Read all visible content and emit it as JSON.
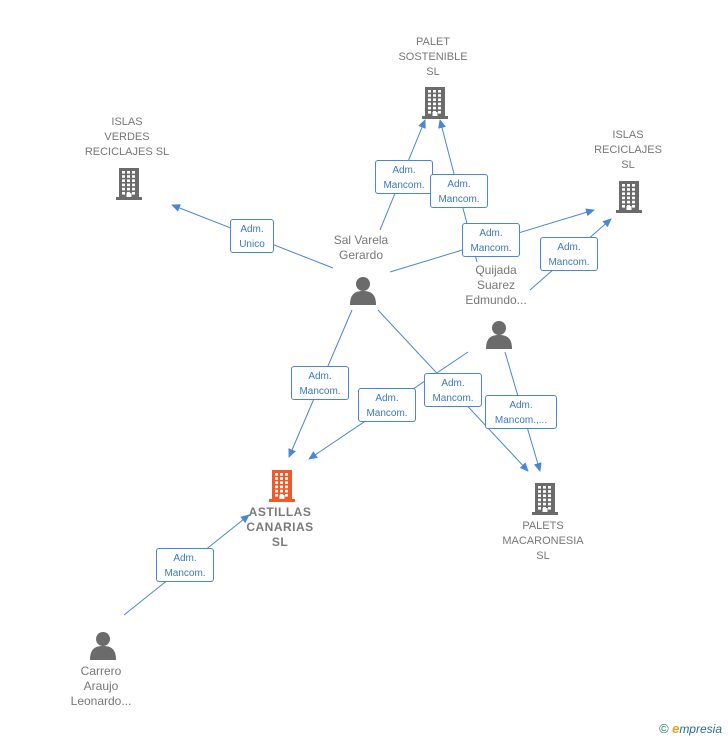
{
  "colors": {
    "edge": "#4a86d8",
    "company": "#6b6b6b",
    "company_primary": "#f05a28",
    "person": "#6b6b6b"
  },
  "companies": [
    {
      "id": "palet",
      "label": "PALET\nSOSTENIBLE\nSL",
      "icon": "building-icon",
      "primary": false
    },
    {
      "id": "islas_verdes",
      "label": "ISLAS\nVERDES\nRECICLAJES SL",
      "icon": "building-icon",
      "primary": false
    },
    {
      "id": "islas_reciclajes",
      "label": "ISLAS\nRECICLAJES\nSL",
      "icon": "building-icon",
      "primary": false
    },
    {
      "id": "astillas",
      "label": "ASTILLAS\nCANARIAS\nSL",
      "icon": "building-icon",
      "primary": true
    },
    {
      "id": "palets_mac",
      "label": "PALETS\nMACARONESIA\nSL",
      "icon": "building-icon",
      "primary": false
    }
  ],
  "people": [
    {
      "id": "sal",
      "label": "Sal Varela\nGerardo",
      "icon": "person-icon"
    },
    {
      "id": "quijada",
      "label": "Quijada\nSuarez\nEdmundo...",
      "icon": "person-icon"
    },
    {
      "id": "carrero",
      "label": "Carrero\nAraujo\nLeonardo...",
      "icon": "person-icon"
    }
  ],
  "edges": [
    {
      "from": "sal",
      "to": "palet",
      "label": "Adm.\nMancom."
    },
    {
      "from": "quijada",
      "to": "palet",
      "label": "Adm.\nMancom."
    },
    {
      "from": "sal",
      "to": "islas_verdes",
      "label": "Adm.\nUnico"
    },
    {
      "from": "sal",
      "to": "islas_reciclajes",
      "label": "Adm.\nMancom."
    },
    {
      "from": "quijada",
      "to": "islas_reciclajes",
      "label": "Adm.\nMancom."
    },
    {
      "from": "sal",
      "to": "astillas",
      "label": "Adm.\nMancom."
    },
    {
      "from": "quijada",
      "to": "astillas",
      "label": "Adm.\nMancom."
    },
    {
      "from": "sal",
      "to": "palets_mac",
      "label": "Adm.\nMancom."
    },
    {
      "from": "quijada",
      "to": "palets_mac",
      "label": "Adm.\nMancom.,..."
    },
    {
      "from": "carrero",
      "to": "astillas",
      "label": "Adm.\nMancom."
    }
  ],
  "footer": {
    "copyright": "©",
    "brand_initial": "e",
    "brand_rest": "mpresia"
  }
}
